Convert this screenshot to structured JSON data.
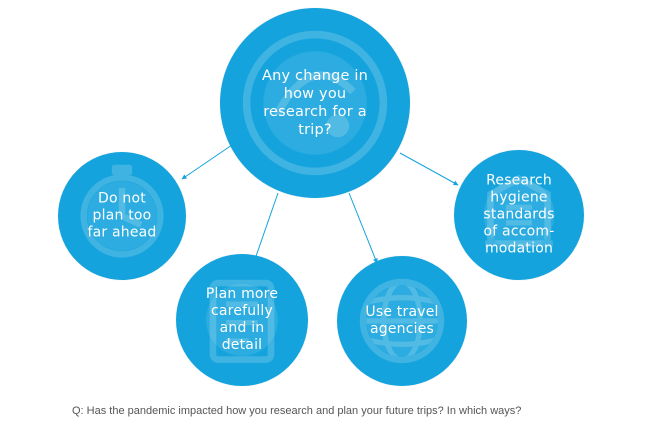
{
  "diagram": {
    "center": {
      "label": "Any change in\nhow you\nresearch for a\ntrip?",
      "icon": "watermark-trip-icon"
    },
    "outcomes": [
      {
        "label": "Do not\nplan too\nfar ahead",
        "icon": "clock-icon"
      },
      {
        "label": "Plan more\ncarefully\nand in\ndetail",
        "icon": "checklist-icon"
      },
      {
        "label": "Use travel\nagencies",
        "icon": "globe-icon"
      },
      {
        "label": "Research\nhygiene\nstandards\nof accom-\nmodation",
        "icon": "hotel-icon"
      }
    ]
  },
  "question": "Q: Has the pandemic impacted how you research and plan your future trips? In which ways?",
  "colors": {
    "node_fill": "#14a3dc",
    "line": "#14a3dc",
    "text": "#ffffff",
    "question": "#555555"
  }
}
